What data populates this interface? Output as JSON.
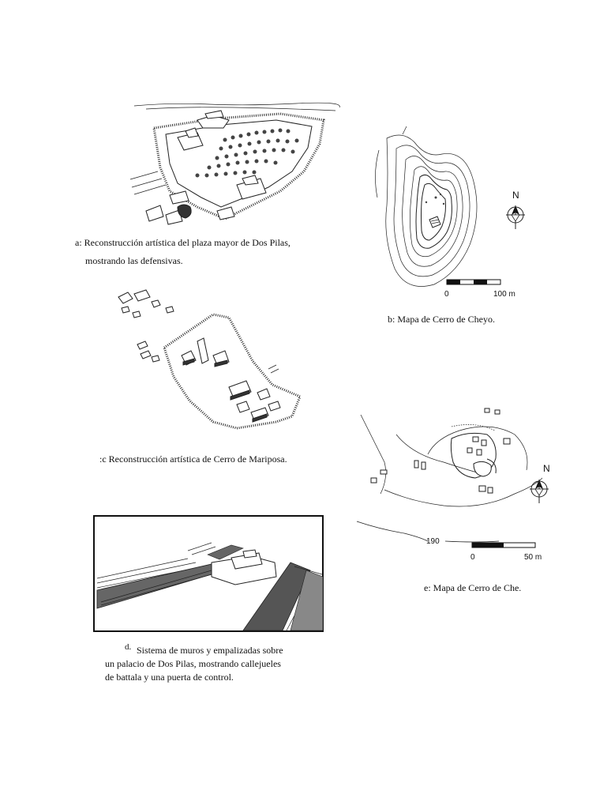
{
  "figures": {
    "a": {
      "caption_line1": "a: Reconstrucción artística del plaza mayor de Dos Pilas,",
      "caption_line2": "mostrando las defensivas."
    },
    "b": {
      "caption": "b: Mapa de Cerro de Cheyo.",
      "north": "N",
      "scale_start": "0",
      "scale_end": "100 m"
    },
    "c": {
      "caption": ":c Reconstrucción artística de Cerro de Mariposa."
    },
    "d": {
      "label": "d.",
      "caption_line1": "Sistema de muros y empalizadas sobre",
      "caption_line2": "un palacio de Dos Pilas, mostrando callejueles",
      "caption_line3": "de battala y una puerta de control."
    },
    "e": {
      "caption": "e: Mapa de Cerro de Che.",
      "north": "N",
      "contour_label": "190",
      "scale_start": "0",
      "scale_end": "50 m"
    }
  }
}
